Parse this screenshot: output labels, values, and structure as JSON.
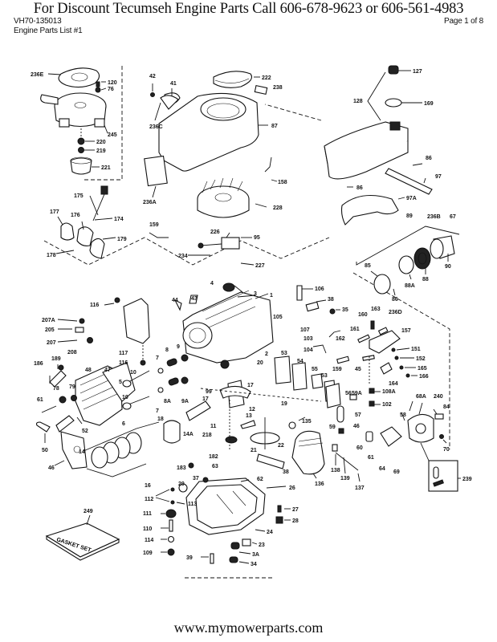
{
  "header": {
    "title": "For  Discount Tecumseh Engine Parts Call 606-678-9623 or 606-561-4983",
    "doc_id": "VH70-135013",
    "page_indicator": "Page 1 of 8",
    "doc_type": "Engine Parts List #1"
  },
  "footer": {
    "url": "www.mymowerparts.com"
  },
  "diagram": {
    "gasket_set_text": "GASKET SET",
    "labels": {
      "p236E": "236E",
      "p120": "120",
      "p76": "76",
      "p245": "245",
      "p220": "220",
      "p219": "219",
      "p221": "221",
      "p42": "42",
      "p41": "41",
      "p236C": "236C",
      "p222": "222",
      "p238": "238",
      "p87": "87",
      "p236A": "236A",
      "p158": "158",
      "p228": "228",
      "p127": "127",
      "p128": "128",
      "p169": "169",
      "p86a": "86",
      "p97": "97",
      "p86b": "86",
      "p97A": "97A",
      "p89": "89",
      "p236B": "236B",
      "p67": "67",
      "p85": "85",
      "p88A": "88A",
      "p88": "88",
      "p90": "90",
      "p86c": "86",
      "p175": "175",
      "p177": "177",
      "p176": "176",
      "p174": "174",
      "p179": "179",
      "p178": "178",
      "p159": "159",
      "p226": "226",
      "p95": "95",
      "p234": "234",
      "p227": "227",
      "p4": "4",
      "p3": "3",
      "p1": "1",
      "p106": "106",
      "p38a": "38",
      "p35": "35",
      "p105": "105",
      "p107": "107",
      "p103": "103",
      "p104": "104",
      "p2": "2",
      "p53a": "53",
      "p54": "54",
      "p55": "55",
      "p53b": "53",
      "p56": "56",
      "p59A": "59A",
      "p102": "102",
      "p108A": "108A",
      "p163": "163",
      "p160": "160",
      "p236D": "236D",
      "p161": "161",
      "p157": "157",
      "p162": "162",
      "p151": "151",
      "p152": "152",
      "p159b": "159",
      "p45": "45",
      "p165": "165",
      "p166": "166",
      "p164": "164",
      "p116a": "116",
      "p207A": "207A",
      "p205": "205",
      "p207": "207",
      "p208": "208",
      "p117": "117",
      "p116b": "116",
      "p44": "44",
      "p43": "43",
      "p8": "8",
      "p9": "9",
      "p7a": "7",
      "p8A": "8A",
      "p9A": "9A",
      "p7b": "7",
      "p10a": "10",
      "p5": "5",
      "p10b": "10",
      "p6": "6",
      "p186": "186",
      "p189": "189",
      "p48": "48",
      "p47": "47",
      "p78": "78",
      "p79": "79",
      "p61a": "61",
      "p52": "52",
      "p50": "50",
      "p46": "46",
      "p20": "20",
      "p99": "99",
      "p17a": "17",
      "p17b": "17",
      "p12": "12",
      "p13": "13",
      "p19": "19",
      "p11": "11",
      "p18": "18",
      "p14": "14",
      "p14A": "14A",
      "p16": "16",
      "p218": "218",
      "p21": "21",
      "p22": "22",
      "p182": "182",
      "p183": "183",
      "p63": "63",
      "p62": "62",
      "p37": "37",
      "p29": "29",
      "p38b": "38",
      "p26": "26",
      "p135": "135",
      "p136": "136",
      "p138": "138",
      "p139": "139",
      "p137": "137",
      "p57": "57",
      "p59": "59",
      "p46b": "46",
      "p60": "60",
      "p61b": "61",
      "p64": "64",
      "p69": "69",
      "p58": "58",
      "p68A": "68A",
      "p240": "240",
      "p84": "84",
      "p70": "70",
      "p239": "239",
      "p112": "112",
      "p113": "113",
      "p111": "111",
      "p110": "110",
      "p114": "114",
      "p109": "109",
      "p27": "27",
      "p28": "28",
      "p24": "24",
      "p23": "23",
      "p3A": "3A",
      "p39": "39",
      "p34": "34",
      "p249": "249"
    }
  }
}
